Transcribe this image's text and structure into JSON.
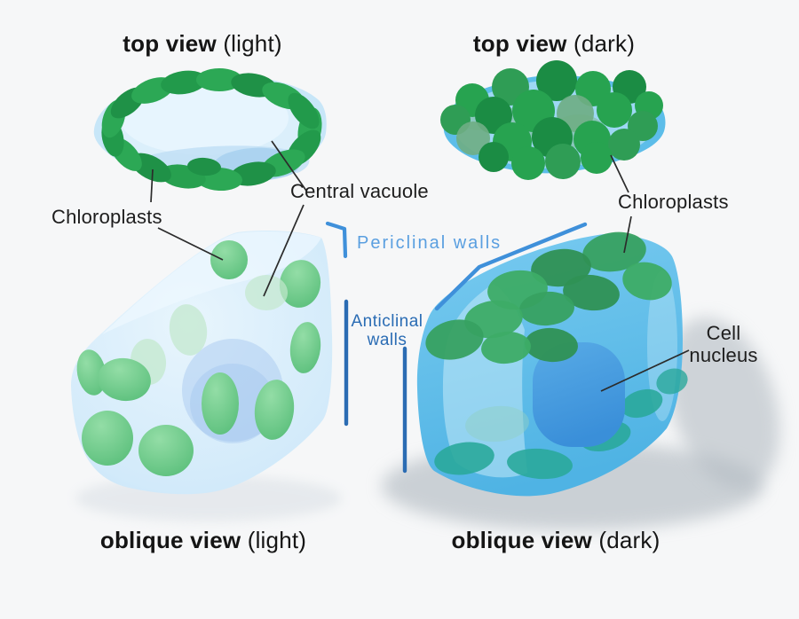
{
  "titles": {
    "top_light": {
      "bold": "top view",
      "rest": " (light)"
    },
    "top_dark": {
      "bold": "top view",
      "rest": " (dark)"
    },
    "oblique_light": {
      "bold": "oblique view",
      "rest": " (light)"
    },
    "oblique_dark": {
      "bold": "oblique view",
      "rest": " (dark)"
    }
  },
  "labels": {
    "chloroplasts_left": "Chloroplasts",
    "central_vacuole": "Central vacuole",
    "chloroplasts_right": "Chloroplasts",
    "periclinal_walls": "Periclinal walls",
    "anticlinal_line1": "Anticlinal",
    "anticlinal_line2": "walls",
    "cell_nucleus_line1": "Cell",
    "cell_nucleus_line2": "nucleus"
  },
  "palette": {
    "background": "#f6f7f8",
    "black_text": "#1d1d1d",
    "periclinal_text_blue": "#5a9fe0",
    "anticlinal_text_blue": "#2a6cb4",
    "periclinal_mark_blue": "#3f90da",
    "anticlinal_mark_blue": "#2b6cb3",
    "leader_line": "#2b2b2b",
    "light_cell_wall": "#c7e6f8",
    "light_cell_interior": "#dbeffb",
    "dark_cell_wall": "#5cbde9",
    "dark_cell_interior": "#9ed8f4",
    "chloroplast_green": "#2ca855",
    "chloroplast_dark_green": "#1f9147",
    "oblique_leaf_green": "#55bc77",
    "bottom_plastid_teal": "#2aa89b",
    "nucleus_blue": "#4197de",
    "vacuole_blue": "#a9c9ef",
    "shadow_gray": "#b4bcc3"
  },
  "cells": {
    "topLightRing": [
      [
        349,
        146,
        25,
        13,
        -80,
        "#2ca855",
        1
      ],
      [
        342,
        167,
        25,
        13,
        -48,
        "#229a4b",
        1
      ],
      [
        319,
        184,
        26,
        13,
        -22,
        "#2ca855",
        1
      ],
      [
        285,
        196,
        26,
        13,
        -10,
        "#1f9147",
        1
      ],
      [
        247,
        202,
        26,
        13,
        3,
        "#2ca855",
        1
      ],
      [
        206,
        199,
        26,
        13,
        10,
        "#27a04f",
        1
      ],
      [
        170,
        189,
        25,
        13,
        28,
        "#1f9147",
        1
      ],
      [
        142,
        174,
        23,
        12,
        48,
        "#2ca855",
        1
      ],
      [
        127,
        155,
        22,
        12,
        78,
        "#229a4b",
        1
      ],
      [
        128,
        134,
        22,
        12,
        -72,
        "#2ca855",
        1
      ],
      [
        144,
        116,
        23,
        12,
        -40,
        "#1f9147",
        1
      ],
      [
        172,
        102,
        25,
        13,
        -20,
        "#2ca855",
        1
      ],
      [
        207,
        93,
        26,
        13,
        -8,
        "#229a4b",
        1
      ],
      [
        247,
        90,
        26,
        13,
        0,
        "#2ca855",
        1
      ],
      [
        286,
        96,
        26,
        13,
        10,
        "#1f9147",
        1
      ],
      [
        319,
        108,
        25,
        13,
        22,
        "#2ca855",
        1
      ],
      [
        342,
        125,
        24,
        12,
        52,
        "#229a4b",
        1
      ],
      [
        230,
        188,
        19,
        10,
        4,
        "#1f9147",
        1
      ]
    ],
    "topDarkCircles": [
      [
        590,
        140,
        32,
        20,
        0,
        "#7ab88e",
        0.55
      ],
      [
        652,
        148,
        30,
        19,
        0,
        "#7ab88e",
        0.55
      ],
      [
        540,
        130,
        26,
        17,
        0,
        "#7ab88e",
        0.5
      ],
      [
        532,
        113,
        19,
        19,
        0,
        "#27a350",
        1
      ],
      [
        575,
        98,
        21,
        21,
        0,
        "#2f9d55",
        1
      ],
      [
        627,
        91,
        23,
        23,
        0,
        "#1b8c44",
        1
      ],
      [
        668,
        100,
        20,
        20,
        0,
        "#27a350",
        1
      ],
      [
        709,
        98,
        19,
        19,
        0,
        "#1b8c44",
        1
      ],
      [
        731,
        119,
        16,
        16,
        0,
        "#27a350",
        1
      ],
      [
        513,
        135,
        17,
        17,
        0,
        "#2f9d55",
        1
      ],
      [
        556,
        130,
        21,
        21,
        0,
        "#1b8c44",
        1
      ],
      [
        601,
        125,
        24,
        24,
        0,
        "#27a350",
        1
      ],
      [
        648,
        128,
        21,
        21,
        0,
        "#6fae84",
        0.92
      ],
      [
        692,
        124,
        20,
        20,
        0,
        "#27a350",
        1
      ],
      [
        724,
        142,
        17,
        17,
        0,
        "#2f9d55",
        1
      ],
      [
        533,
        156,
        19,
        19,
        0,
        "#6fae84",
        0.92
      ],
      [
        577,
        160,
        22,
        22,
        0,
        "#27a350",
        1
      ],
      [
        622,
        155,
        23,
        23,
        0,
        "#1b8c44",
        1
      ],
      [
        667,
        157,
        21,
        21,
        0,
        "#27a350",
        1
      ],
      [
        703,
        163,
        18,
        18,
        0,
        "#2f9d55",
        1
      ],
      [
        556,
        177,
        17,
        17,
        0,
        "#1b8c44",
        1
      ],
      [
        595,
        184,
        19,
        19,
        0,
        "#27a350",
        1
      ],
      [
        634,
        182,
        20,
        20,
        0,
        "#2f9d55",
        1
      ],
      [
        672,
        178,
        18,
        18,
        0,
        "#27a350",
        1
      ]
    ],
    "obliqueLightPlastids": [
      [
        258,
        293,
        21,
        22,
        0,
        "url(#gLeaf)",
        1
      ],
      [
        338,
        320,
        23,
        27,
        10,
        "url(#gLeaf)",
        1
      ],
      [
        300,
        330,
        24,
        20,
        0,
        "#c3e8cd",
        0.7
      ],
      [
        212,
        372,
        21,
        29,
        -8,
        "#c3e8cd",
        0.75
      ],
      [
        167,
        408,
        20,
        26,
        -5,
        "#c3e8cd",
        0.75
      ],
      [
        103,
        420,
        16,
        26,
        -10,
        "url(#gLeaf)",
        1
      ],
      [
        140,
        428,
        30,
        24,
        8,
        "url(#gLeaf)",
        1
      ],
      [
        344,
        392,
        17,
        29,
        6,
        "url(#gLeaf)",
        1
      ],
      [
        309,
        462,
        22,
        34,
        6,
        "url(#gLeaf)",
        1
      ],
      [
        248,
        455,
        21,
        35,
        0,
        "url(#gLeaf)",
        1
      ],
      [
        121,
        494,
        29,
        31,
        0,
        "url(#gLeaf)",
        1
      ],
      [
        187,
        508,
        31,
        29,
        0,
        "url(#gLeaf)",
        1
      ]
    ],
    "obliqueDarkTopPlastids": [
      [
        692,
        284,
        36,
        22,
        -8,
        "#37a161",
        0.95
      ],
      [
        632,
        302,
        34,
        21,
        -6,
        "#2f9154",
        0.95
      ],
      [
        729,
        317,
        28,
        21,
        12,
        "#3dac66",
        0.95
      ],
      [
        583,
        327,
        34,
        22,
        -6,
        "#3dac66",
        0.95
      ],
      [
        666,
        330,
        32,
        20,
        6,
        "#2f9154",
        0.95
      ],
      [
        616,
        348,
        31,
        19,
        -4,
        "#37a161",
        0.95
      ],
      [
        556,
        360,
        33,
        21,
        -8,
        "#3dac66",
        0.95
      ],
      [
        512,
        383,
        33,
        22,
        -12,
        "#37a161",
        0.95
      ],
      [
        621,
        389,
        30,
        19,
        4,
        "#2f9154",
        0.95
      ],
      [
        570,
        392,
        28,
        18,
        -5,
        "#3dac66",
        0.95
      ]
    ],
    "obliqueDarkBottomPlastids": [
      [
        560,
        478,
        36,
        20,
        -5,
        "#8fd0c5",
        0.5
      ],
      [
        523,
        517,
        34,
        18,
        -8,
        "#2aa89b",
        0.9
      ],
      [
        608,
        523,
        37,
        17,
        4,
        "#2aa89b",
        0.9
      ],
      [
        682,
        492,
        29,
        16,
        -14,
        "#2aa89b",
        0.9
      ],
      [
        723,
        455,
        24,
        15,
        -18,
        "#2aa89b",
        0.9
      ],
      [
        757,
        430,
        18,
        14,
        -20,
        "#2aa89b",
        0.8
      ]
    ]
  }
}
